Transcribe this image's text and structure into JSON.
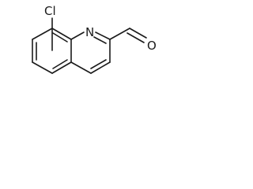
{
  "molecule": {
    "atoms": [
      {
        "symbol": "Cl",
        "element": "chlorine"
      },
      {
        "symbol": "N",
        "element": "nitrogen"
      },
      {
        "symbol": "O",
        "element": "oxygen"
      }
    ]
  }
}
